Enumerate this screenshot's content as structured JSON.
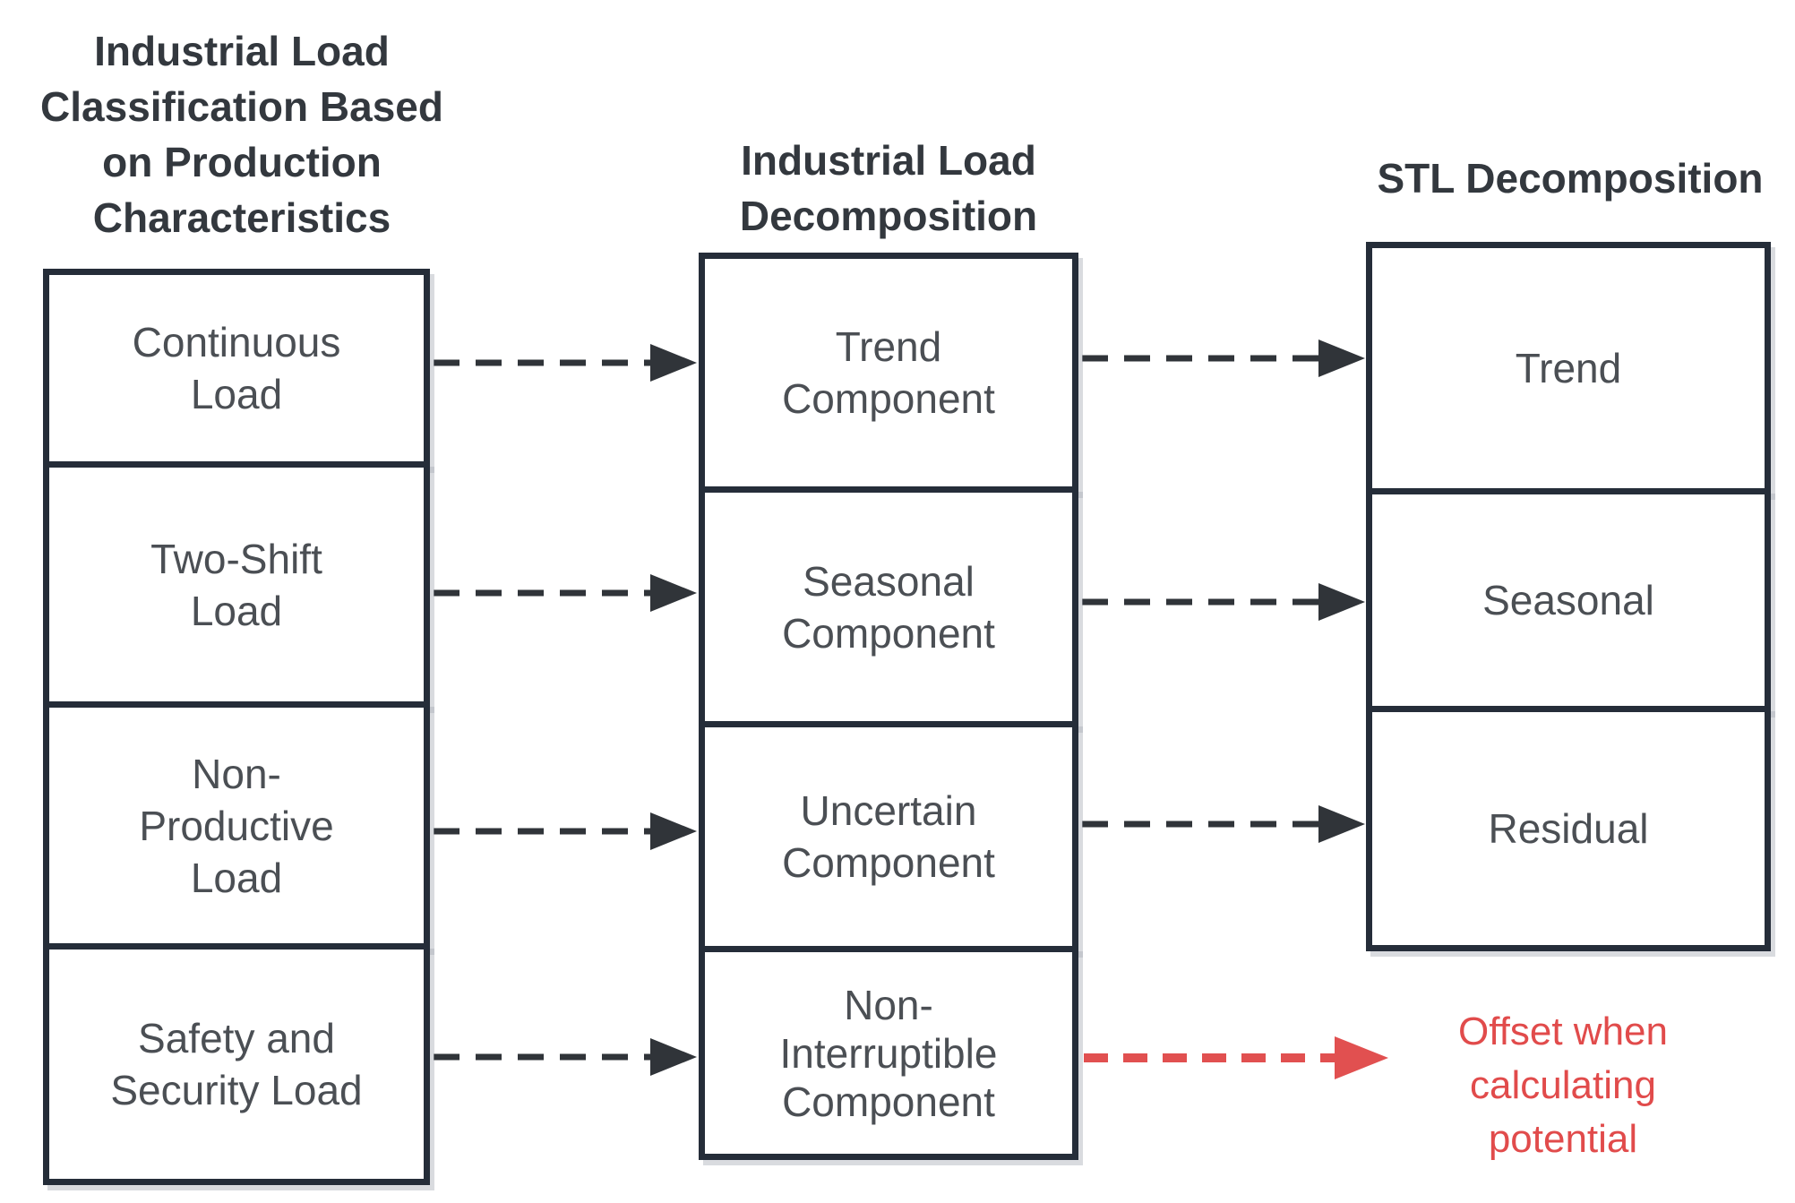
{
  "diagram": {
    "columns": {
      "classification": {
        "header": "Industrial Load\nClassification Based\non Production\nCharacteristics",
        "boxes": [
          "Continuous\nLoad",
          "Two-Shift\nLoad",
          "Non-\nProductive\nLoad",
          "Safety and\nSecurity Load"
        ]
      },
      "decomposition": {
        "header": "Industrial Load\nDecomposition",
        "boxes": [
          "Trend\nComponent",
          "Seasonal\nComponent",
          "Uncertain\nComponent",
          "Non-\nInterruptible\nComponent"
        ]
      },
      "stl": {
        "header": "STL Decomposition",
        "boxes": [
          "Trend",
          "Seasonal",
          "Residual"
        ]
      }
    },
    "annotation": {
      "text": "Offset when\ncalculating\npotential"
    },
    "colors": {
      "box_border": "#252d39",
      "box_text": "#4b4f54",
      "header_text": "#33383e",
      "arrow_dark": "#303439",
      "arrow_red": "#e15050",
      "annotation_red": "#e14b4b",
      "background": "#ffffff"
    }
  }
}
